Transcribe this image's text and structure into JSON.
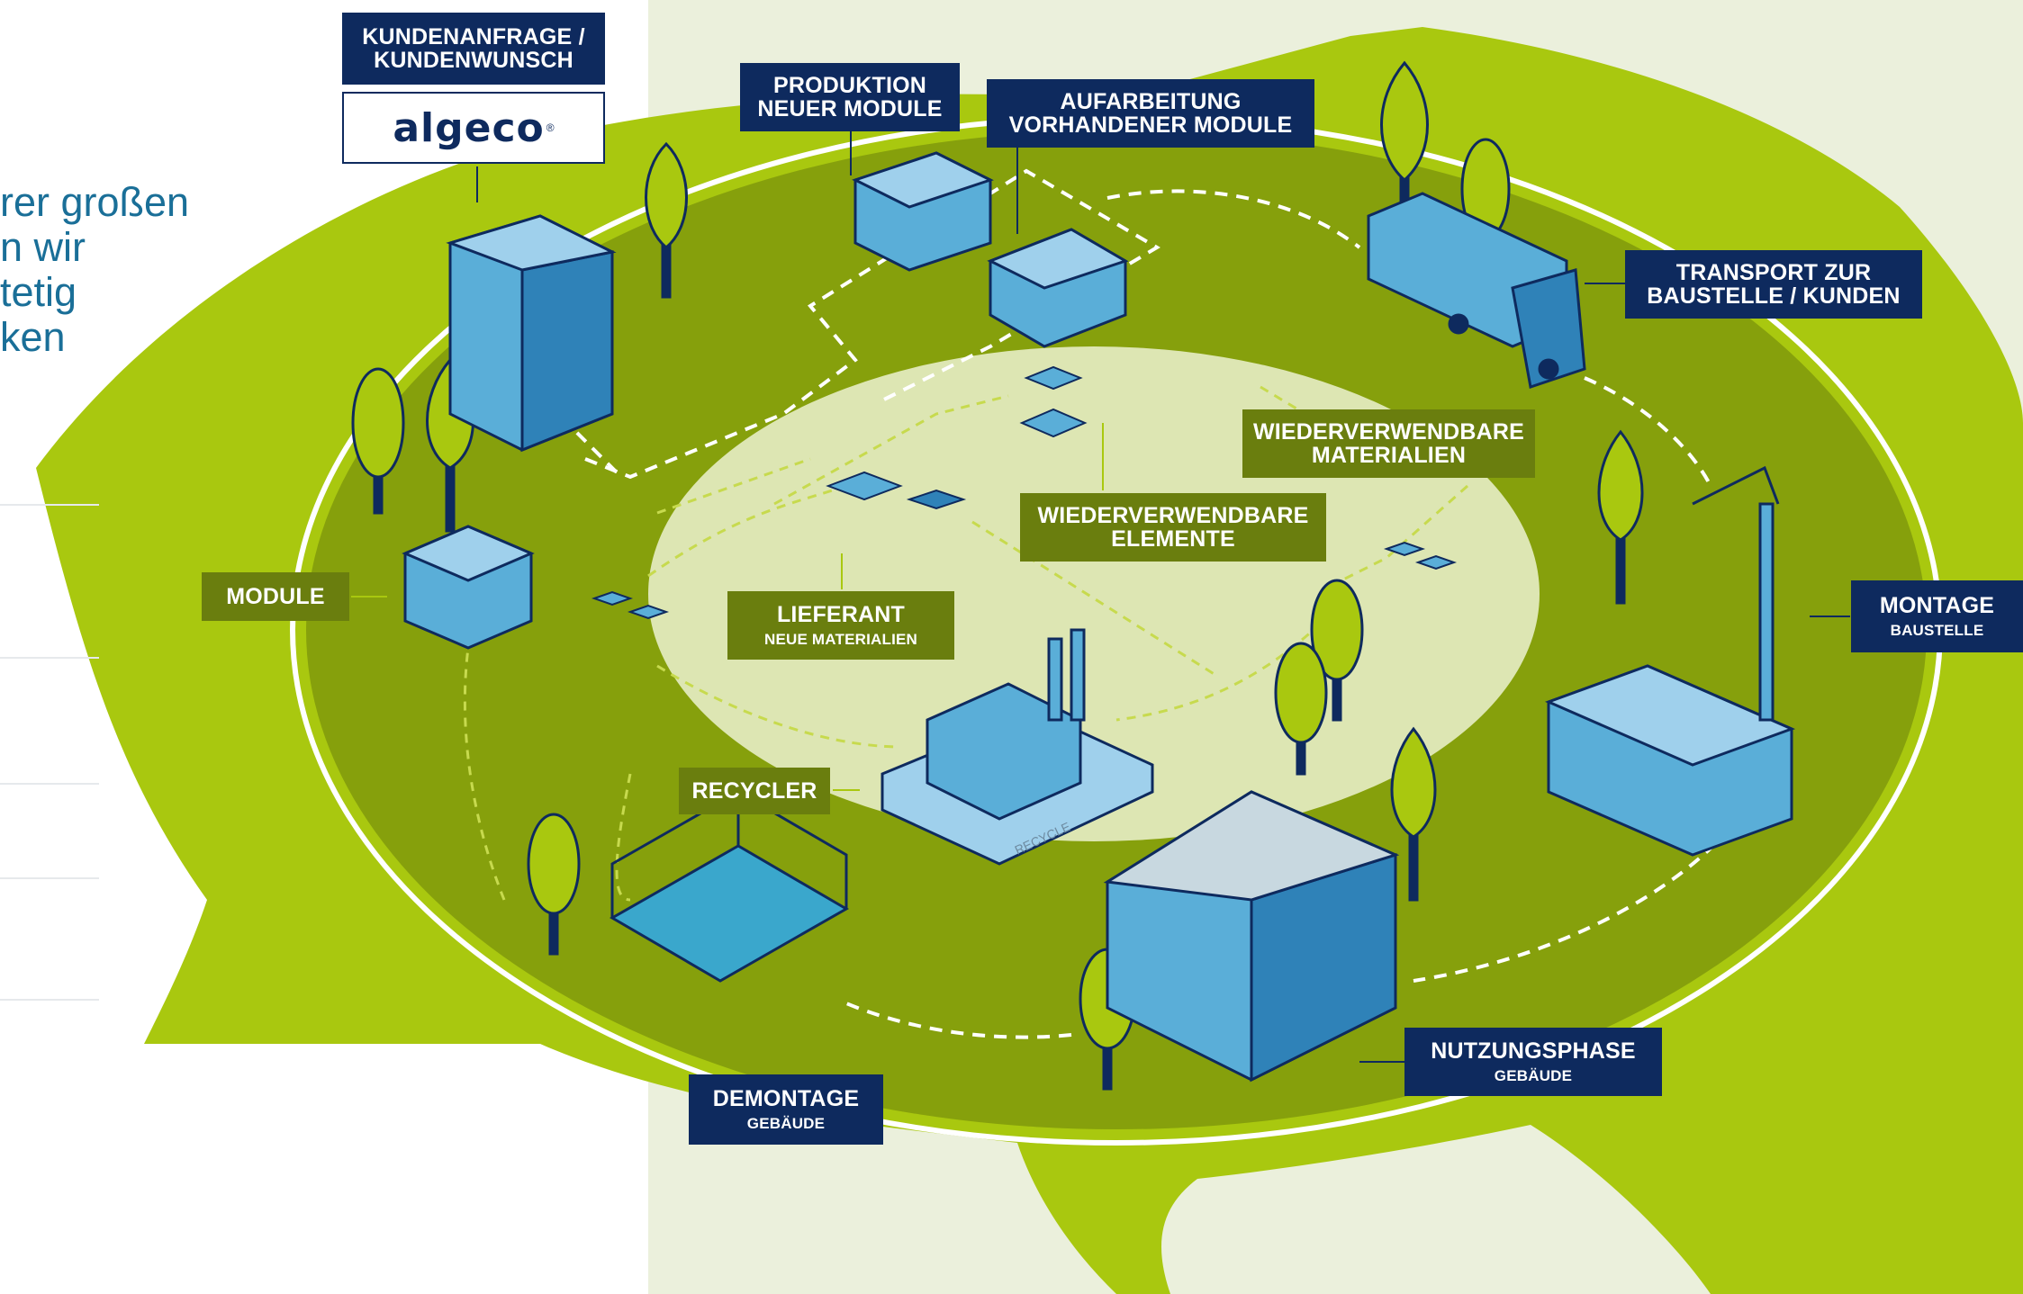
{
  "intro_text": [
    "rer großen",
    "n wir",
    "tetig",
    "ken"
  ],
  "logo_text": "algeco",
  "logo_reg": "®",
  "labels": {
    "kundenanfrage": {
      "title": "KUNDENANFRAGE /\nKUNDENWUNSCH"
    },
    "produktion": {
      "title": "PRODUKTION\nNEUER MODULE"
    },
    "aufarbeitung": {
      "title": "AUFARBEITUNG\nVORHANDENER MODULE"
    },
    "transport": {
      "title": "TRANSPORT ZUR\nBAUSTELLE / KUNDEN"
    },
    "wv_materialien": {
      "title": "WIEDERVERWENDBARE\nMATERIALIEN"
    },
    "wv_elemente": {
      "title": "WIEDERVERWENDBARE\nELEMENTE"
    },
    "module": {
      "title": "MODULE"
    },
    "lieferant": {
      "title": "LIEFERANT",
      "subtitle": "NEUE MATERIALIEN"
    },
    "montage": {
      "title": "MONTAGE",
      "subtitle": "BAUSTELLE"
    },
    "recycler": {
      "title": "RECYCLER"
    },
    "nutzungsphase": {
      "title": "NUTZUNGSPHASE",
      "subtitle": "GEBÄUDE"
    },
    "demontage": {
      "title": "DEMONTAGE",
      "subtitle": "GEBÄUDE"
    }
  },
  "recycle_sign": "RECYCLE",
  "colors": {
    "navy": "#0e2a5e",
    "olive": "#6a7e0e",
    "lime": "#a9c80f",
    "ring_dark": "#86a00c",
    "center_light": "#dde6b3",
    "backdrop": "#ebf0dc",
    "building_blue": "#5aaed8"
  }
}
